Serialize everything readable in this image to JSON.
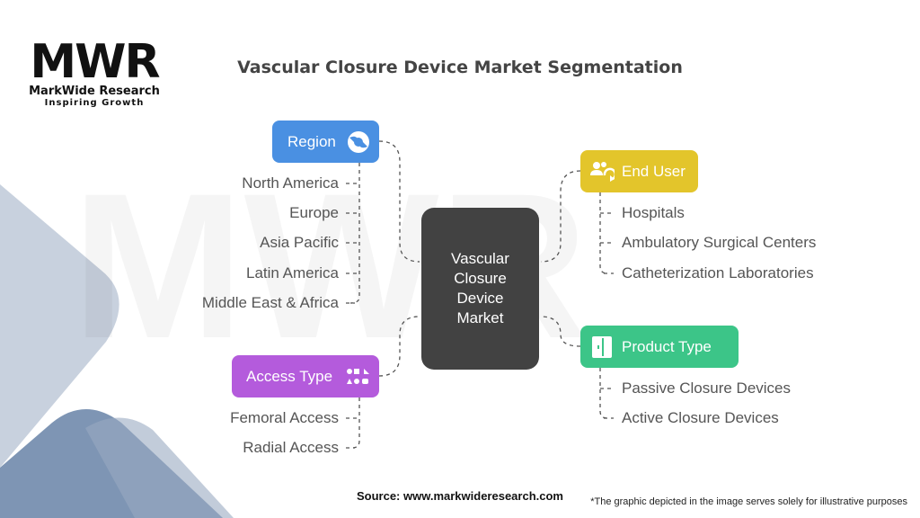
{
  "brand": {
    "name": "MarkWide Research",
    "tagline": "Inspiring Growth",
    "logo_letters": "MWR"
  },
  "title": "Vascular Closure Device Market Segmentation",
  "center": {
    "label": "Vascular Closure Device Market"
  },
  "segments": {
    "region": {
      "label": "Region",
      "color": "#4a90e2",
      "icon": "globe-icon",
      "items": [
        "North America",
        "Europe",
        "Asia Pacific",
        "Latin America",
        "Middle East & Africa"
      ]
    },
    "access_type": {
      "label": "Access Type",
      "color": "#b45bdc",
      "icon": "shapes-icon",
      "items": [
        "Femoral Access",
        "Radial Access"
      ]
    },
    "end_user": {
      "label": "End User",
      "color": "#e3c52b",
      "icon": "user-cycle-icon",
      "items": [
        "Hospitals",
        "Ambulatory Surgical Centers",
        "Catheterization Laboratories"
      ]
    },
    "product_type": {
      "label": "Product Type",
      "color": "#3cc588",
      "icon": "door-icon",
      "items": [
        "Passive Closure Devices",
        "Active Closure Devices"
      ]
    }
  },
  "footer": {
    "source": "Source: www.markwideresearch.com",
    "note": "*The graphic depicted in the image serves solely for illustrative purposes"
  }
}
